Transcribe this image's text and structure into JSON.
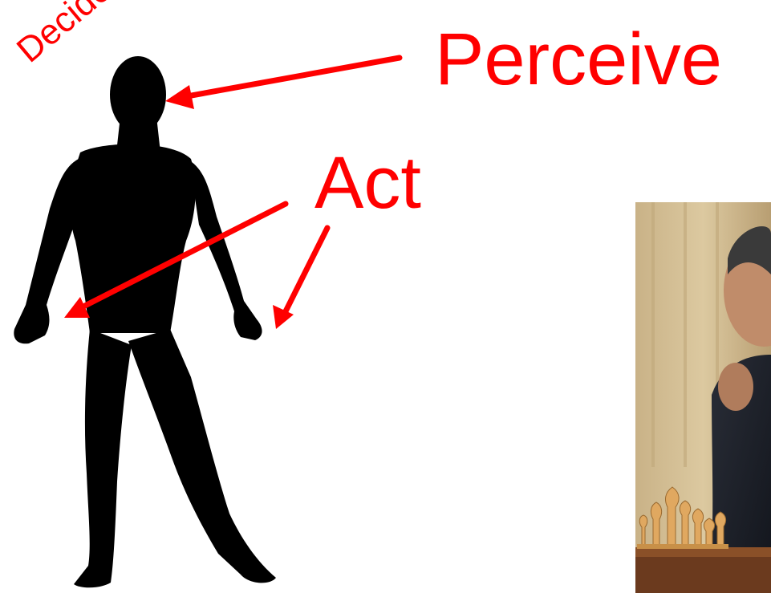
{
  "labels": {
    "perceive": "Perceive",
    "act": "Act",
    "decide": "Decide"
  },
  "colors": {
    "annotation": "#ff0000",
    "silhouette": "#000000",
    "background": "#ffffff"
  },
  "figures": {
    "human": "human-silhouette",
    "photo": "chess-player-photo"
  }
}
